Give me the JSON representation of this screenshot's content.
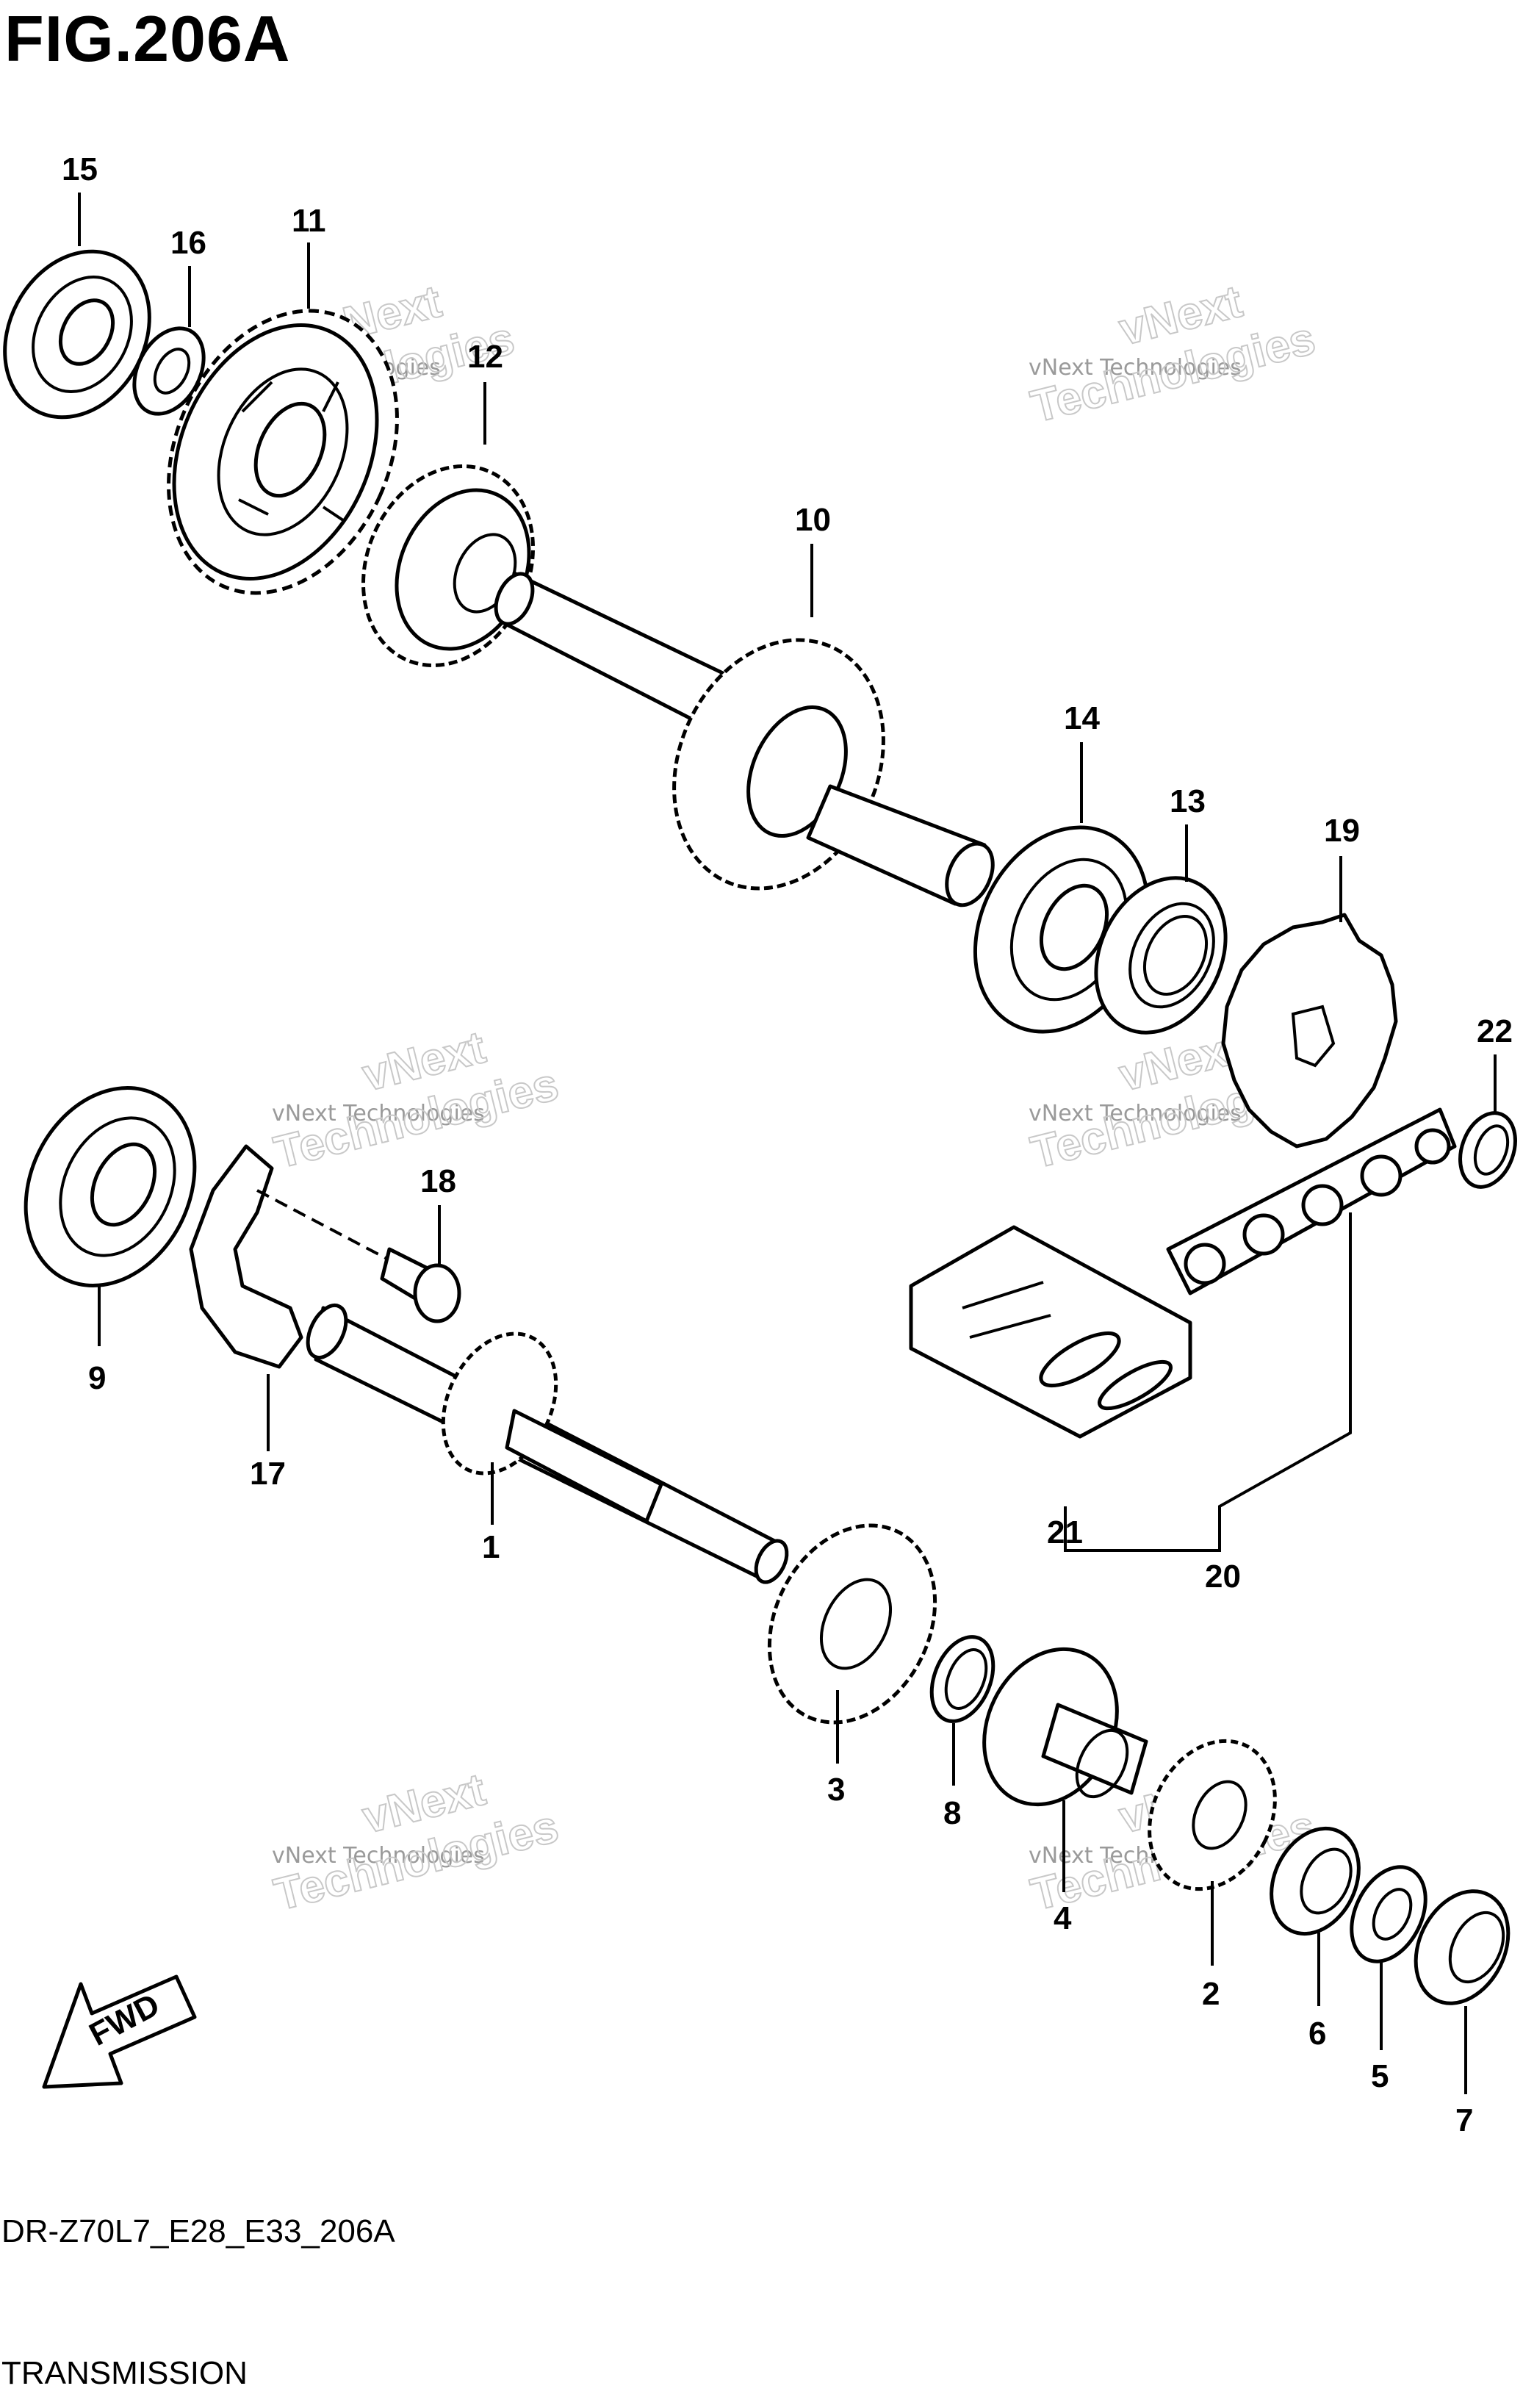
{
  "figure": {
    "title": "FIG.206A",
    "code": "DR-Z70L7_E28_E33_206A",
    "name": "TRANSMISSION"
  },
  "callouts": [
    "1",
    "2",
    "3",
    "4",
    "5",
    "6",
    "7",
    "8",
    "9",
    "10",
    "11",
    "12",
    "13",
    "14",
    "15",
    "16",
    "17",
    "18",
    "19",
    "20",
    "21",
    "22"
  ],
  "watermark": {
    "line1": "vNext Technologies",
    "line2": "vNext",
    "line3": "Technologies"
  },
  "direction_badge": "FWD"
}
